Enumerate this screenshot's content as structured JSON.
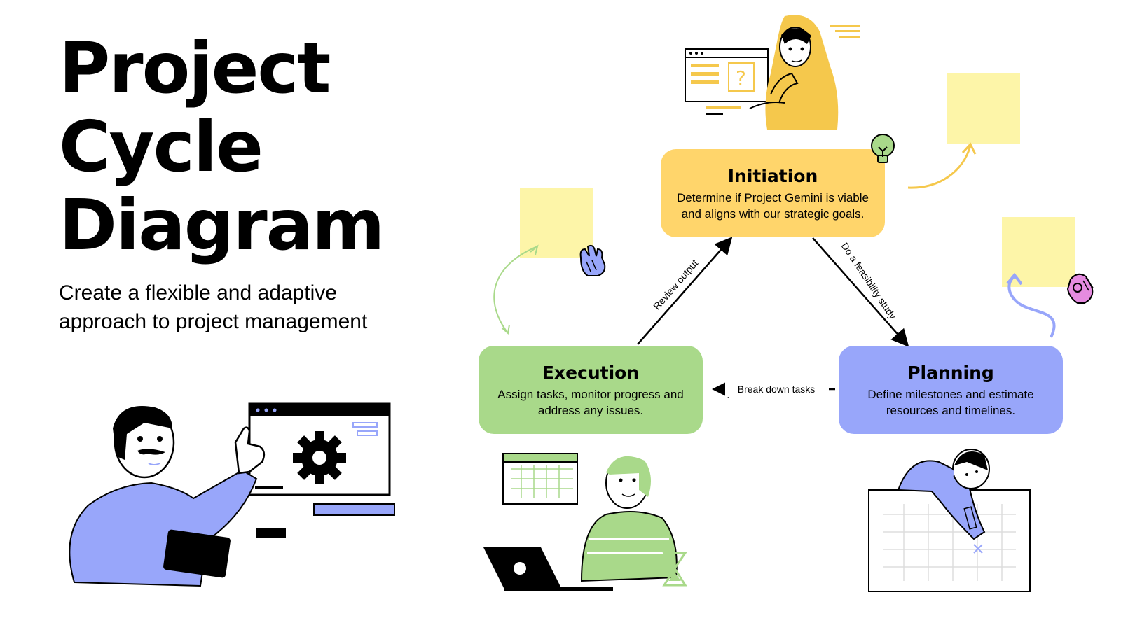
{
  "header": {
    "title_lines": [
      "Project",
      "Cycle",
      "Diagram"
    ],
    "subtitle": "Create a flexible and adaptive approach to project management"
  },
  "cycle": {
    "nodes": [
      {
        "id": "initiation",
        "title": "Initiation",
        "description": "Determine if Project Gemini is viable and aligns with our strategic goals.",
        "color": "#FFD56B"
      },
      {
        "id": "planning",
        "title": "Planning",
        "description": "Define milestones and estimate resources and timelines.",
        "color": "#98A6FA"
      },
      {
        "id": "execution",
        "title": "Execution",
        "description": "Assign tasks, monitor progress and address any issues.",
        "color": "#A9D98A"
      }
    ],
    "edges": [
      {
        "from": "initiation",
        "to": "planning",
        "label": "Do a feasibility study"
      },
      {
        "from": "planning",
        "to": "execution",
        "label": "Break down tasks"
      },
      {
        "from": "execution",
        "to": "initiation",
        "label": "Review output"
      }
    ]
  },
  "colors": {
    "sticky_note": "#FDF5A8",
    "accent_yellow": "#F5C84C",
    "accent_blue": "#98A6FA",
    "accent_green": "#A9D98A",
    "accent_pink": "#E58BE0"
  },
  "icons": [
    "lightbulb-icon",
    "clapping-hand-icon",
    "ok-hand-icon",
    "gear-icon",
    "hourglass-icon",
    "laptop-icon",
    "calendar-icon",
    "question-window-icon"
  ]
}
